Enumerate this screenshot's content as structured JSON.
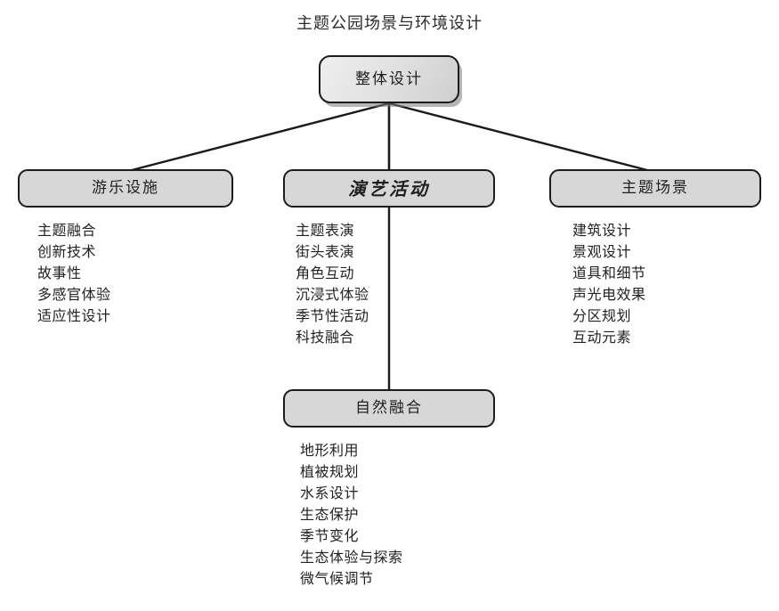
{
  "diagram": {
    "title": "主题公园场景与环境设计",
    "type": "mind-map",
    "root": {
      "label": "整体设计"
    },
    "branches": [
      {
        "id": "amusement-facilities",
        "label": "游乐设施",
        "emphasis": false,
        "items": [
          "主题融合",
          "创新技术",
          "故事性",
          "多感官体验",
          "适应性设计"
        ]
      },
      {
        "id": "performance-activities",
        "label": "演艺活动",
        "emphasis": true,
        "items": [
          "主题表演",
          "街头表演",
          "角色互动",
          "沉浸式体验",
          "季节性活动",
          "科技融合"
        ]
      },
      {
        "id": "themed-scenes",
        "label": "主题场景",
        "emphasis": false,
        "items": [
          "建筑设计",
          "景观设计",
          "道具和细节",
          "声光电效果",
          "分区规划",
          "互动元素"
        ]
      },
      {
        "id": "nature-integration",
        "label": "自然融合",
        "emphasis": false,
        "items": [
          "地形利用",
          "植被规划",
          "水系设计",
          "生态保护",
          "季节变化",
          "生态体验与探索",
          "微气候调节"
        ]
      }
    ],
    "colors": {
      "node_fill": "#d7d7d7",
      "node_border": "#1c1c1c",
      "edge": "#1a1a1a",
      "text": "#1f1f1f",
      "background": "#ffffff"
    }
  }
}
